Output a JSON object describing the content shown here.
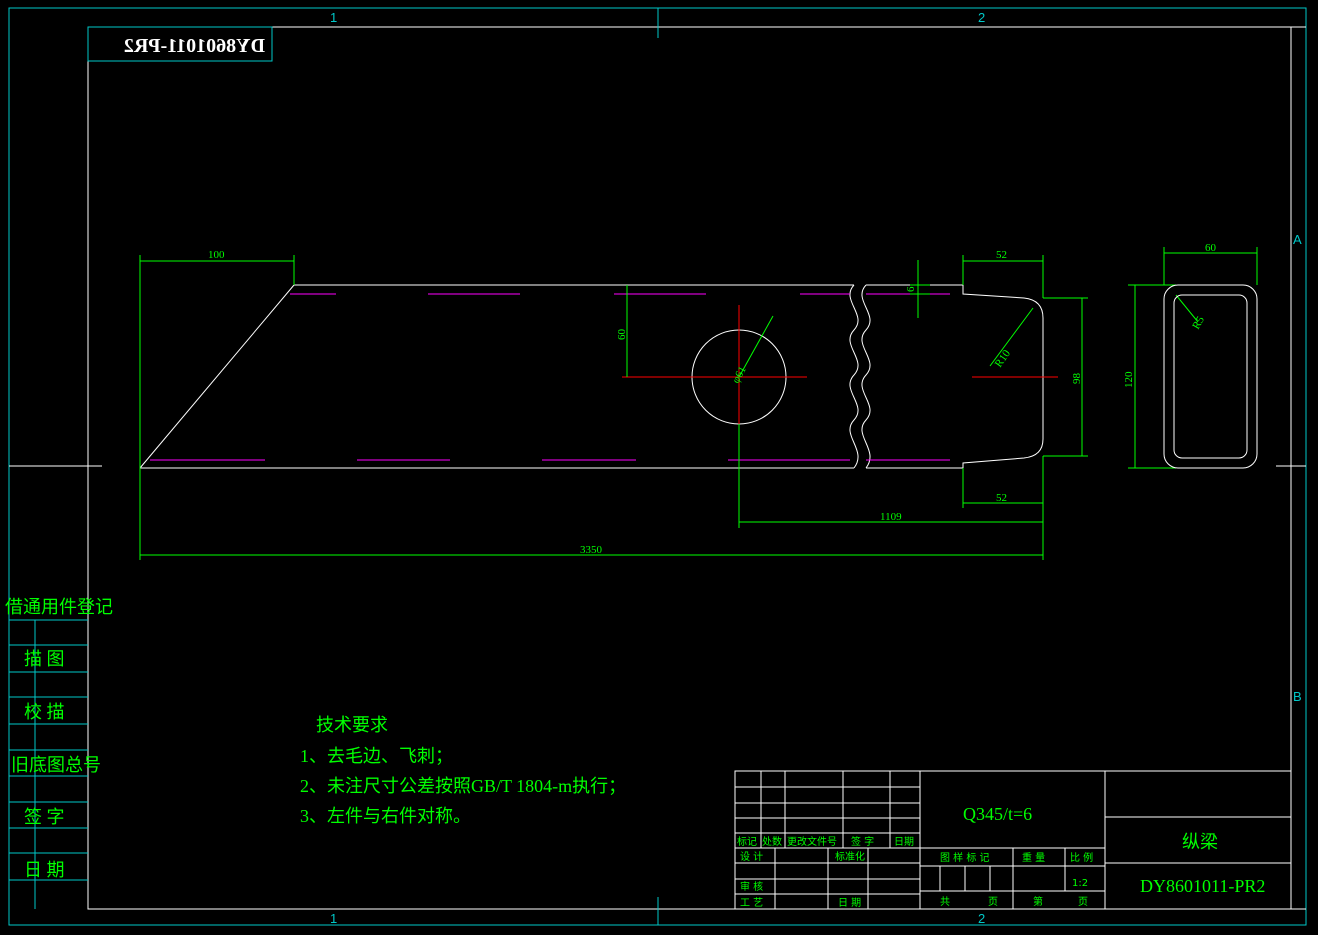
{
  "drawing_number_mirrored": "DY8601011-PR2",
  "zone_labels": {
    "col1": "1",
    "col2": "2",
    "row_a": "A",
    "row_b": "B"
  },
  "dimensions": {
    "d100": "100",
    "d52_top": "52",
    "d60_box": "60",
    "d6": "6",
    "d60_hole": "60",
    "phi61": "φ61",
    "r10": "R10",
    "d98": "98",
    "d120": "120",
    "r5": "R5",
    "d52_bottom": "52",
    "d1109": "1109",
    "d3350": "3350"
  },
  "side_register": {
    "header": "借通用件登记",
    "rows": [
      "描  图",
      "校  描",
      "旧底图总号",
      "签  字",
      "日  期"
    ]
  },
  "tech_requirements": {
    "title": "技术要求",
    "items": [
      "1、去毛边、飞刺；",
      "2、未注尺寸公差按照GB/T 1804-m执行；",
      "3、左件与右件对称。"
    ]
  },
  "title_block": {
    "material": "Q345/t=6",
    "part_name": "纵梁",
    "drawing_number": "DY8601011-PR2",
    "rev_headers": [
      "标记",
      "处数",
      "更改文件号",
      "签 字",
      "日期"
    ],
    "design": "设 计",
    "standardization": "标准化",
    "review": "审 核",
    "process": "工 艺",
    "date": "日 期",
    "sample_mark": "图 样 标 记",
    "weight": "重 量",
    "scale": "比 例",
    "scale_value": "1:2",
    "total": "共",
    "sheet": "页",
    "page_no": "第",
    "page": "页"
  },
  "colors": {
    "outline": "#ffffff",
    "frame": "#00c8c8",
    "dimension": "#00ff00",
    "centerline": "#ff0000",
    "hidden": "#ff00ff",
    "background": "#000000"
  }
}
